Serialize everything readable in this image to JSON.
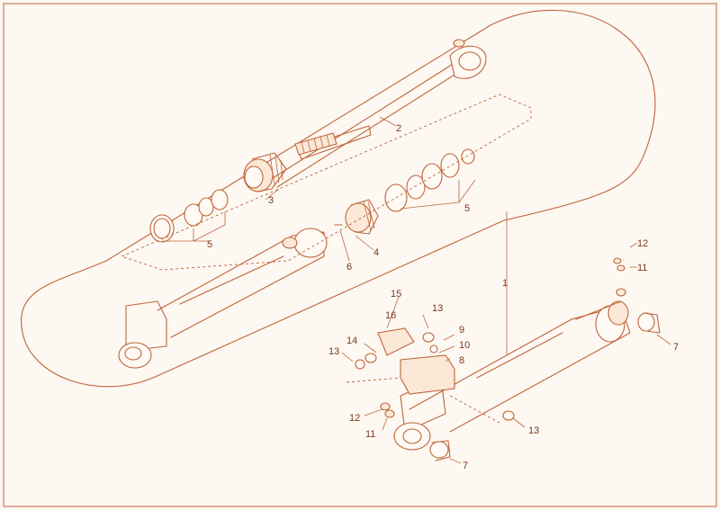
{
  "diagram": {
    "callouts": [
      {
        "id": "c1",
        "text": "1"
      },
      {
        "id": "c2",
        "text": "2"
      },
      {
        "id": "c3",
        "text": "3"
      },
      {
        "id": "c4",
        "text": "4"
      },
      {
        "id": "c5a",
        "text": "5"
      },
      {
        "id": "c5b",
        "text": "5"
      },
      {
        "id": "c6",
        "text": "6"
      },
      {
        "id": "c7a",
        "text": "7"
      },
      {
        "id": "c7b",
        "text": "7"
      },
      {
        "id": "c8",
        "text": "8"
      },
      {
        "id": "c9",
        "text": "9"
      },
      {
        "id": "c10",
        "text": "10"
      },
      {
        "id": "c11a",
        "text": "11"
      },
      {
        "id": "c11b",
        "text": "11"
      },
      {
        "id": "c12a",
        "text": "12"
      },
      {
        "id": "c12b",
        "text": "12"
      },
      {
        "id": "c13a",
        "text": "13"
      },
      {
        "id": "c13b",
        "text": "13"
      },
      {
        "id": "c13c",
        "text": "13"
      },
      {
        "id": "c14",
        "text": "14"
      },
      {
        "id": "c15",
        "text": "15"
      },
      {
        "id": "c16",
        "text": "16"
      }
    ],
    "colors": {
      "line": "#c0643a",
      "fill": "#fbe8d6",
      "background": "#fdf8f2"
    }
  }
}
